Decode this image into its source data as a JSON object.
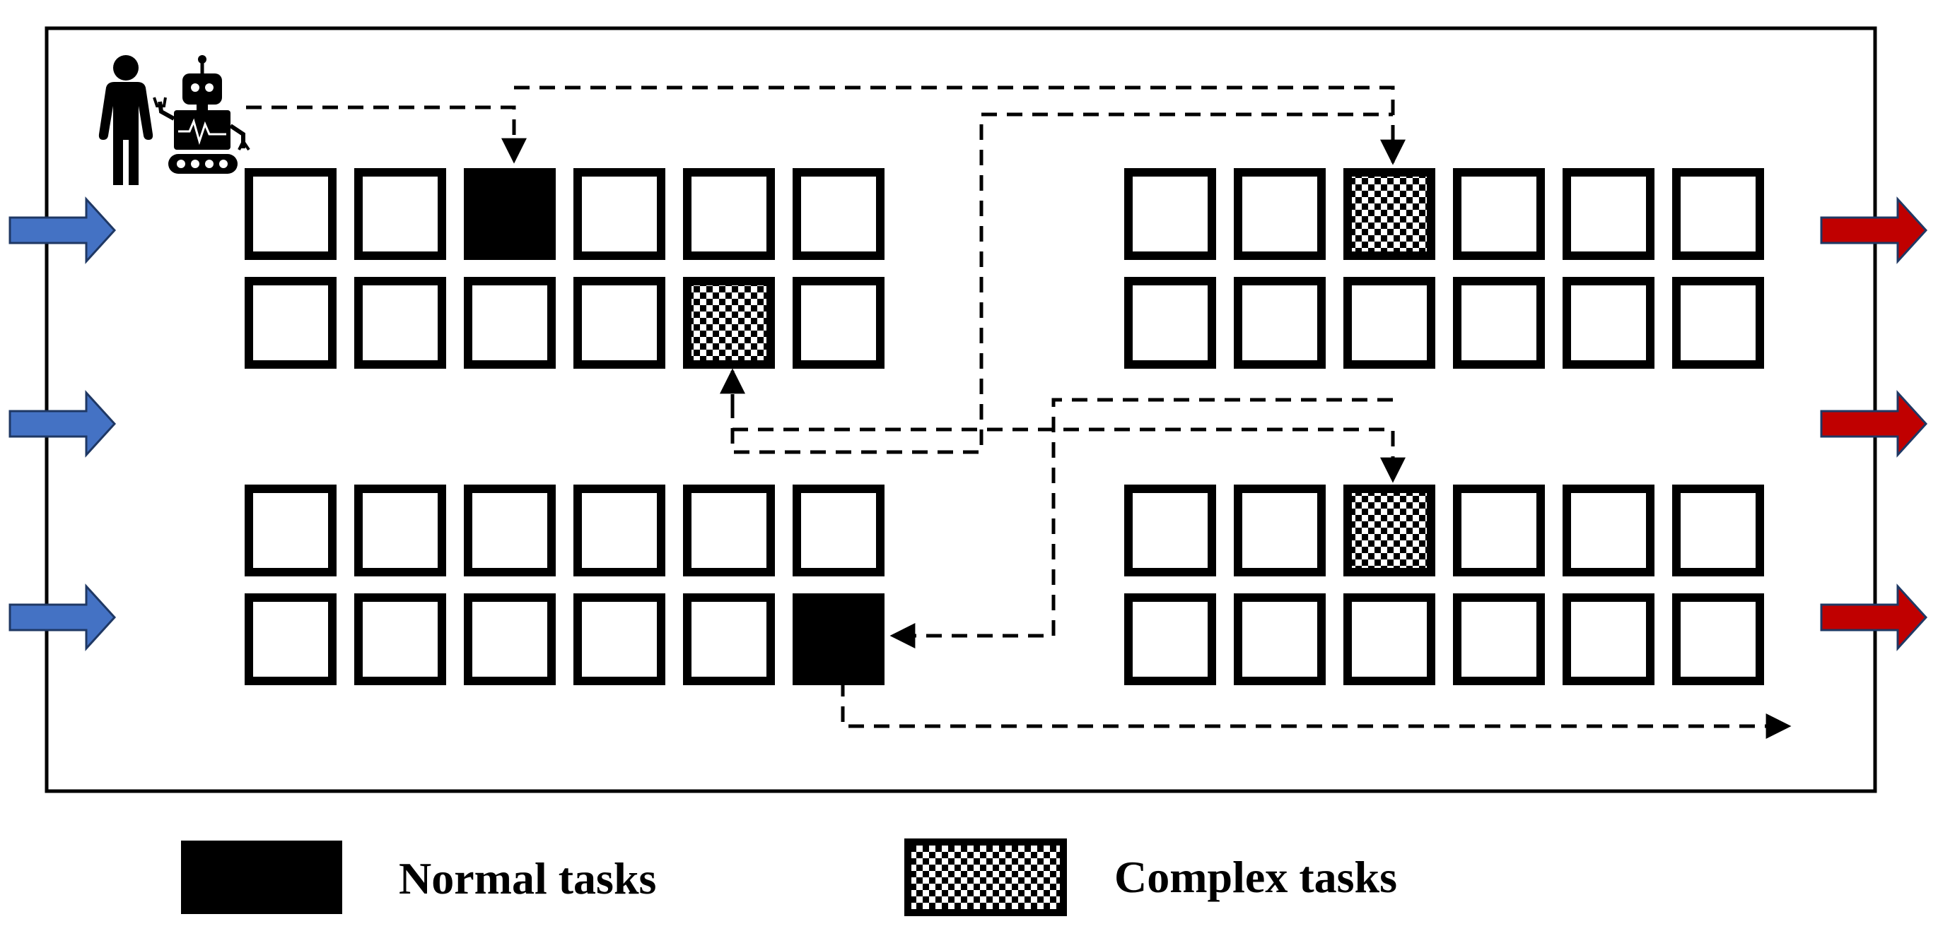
{
  "diagram": {
    "cell_grid": {
      "blocks": 4,
      "rows_per_block": 2,
      "columns_per_block": 6
    },
    "highlighted_cells": [
      {
        "block": "top-left",
        "row": 1,
        "col": 3,
        "kind": "normal"
      },
      {
        "block": "top-left",
        "row": 2,
        "col": 5,
        "kind": "complex"
      },
      {
        "block": "top-right",
        "row": 1,
        "col": 3,
        "kind": "complex"
      },
      {
        "block": "bottom-right",
        "row": 1,
        "col": 3,
        "kind": "complex"
      },
      {
        "block": "bottom-left",
        "row": 2,
        "col": 6,
        "kind": "normal"
      }
    ],
    "input_arrow_count": 3,
    "output_arrow_count": 3,
    "colors": {
      "input_arrow": "#4472C4",
      "output_arrow": "#C00000",
      "cell_border": "#000000",
      "normal_fill": "#000000",
      "frame_border": "#000000"
    },
    "actor_icons": [
      "person-icon",
      "robot-icon"
    ]
  },
  "legend": {
    "normal_label": "Normal tasks",
    "complex_label": "Complex tasks"
  }
}
